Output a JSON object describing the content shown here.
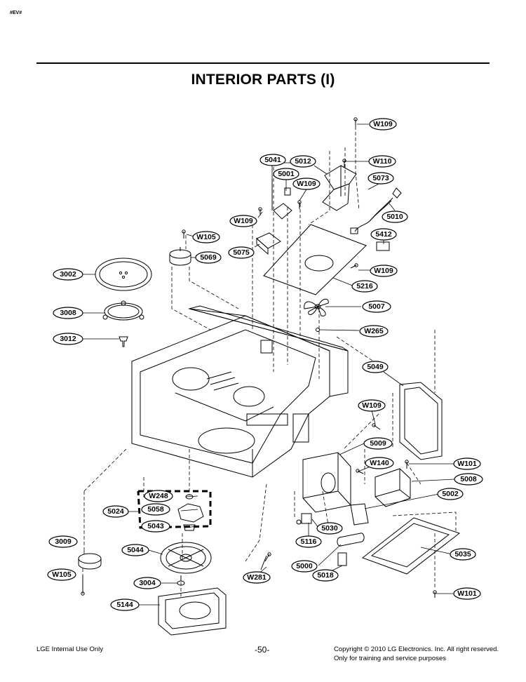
{
  "header": {
    "tag": "#EV#",
    "title": "INTERIOR PARTS (I)"
  },
  "callouts": {
    "W109a": "W109",
    "W110": "W110",
    "5041": "5041",
    "5012": "5012",
    "5001": "5001",
    "W109b": "W109",
    "5073": "5073",
    "W109c": "W109",
    "5010": "5010",
    "W105a": "W105",
    "5412": "5412",
    "5075": "5075",
    "5069": "5069",
    "3002": "3002",
    "W109d": "W109",
    "5216": "5216",
    "3008": "3008",
    "5007": "5007",
    "W265": "W265",
    "3012": "3012",
    "5049": "5049",
    "W109e": "W109",
    "5009": "5009",
    "W140": "W140",
    "W101a": "W101",
    "5008": "5008",
    "W248": "W248",
    "5058": "5058",
    "5024": "5024",
    "5002": "5002",
    "5043": "5043",
    "5030": "5030",
    "3009": "3009",
    "5116": "5116",
    "5044": "5044",
    "5035": "5035",
    "5000": "5000",
    "W105b": "W105",
    "W281": "W281",
    "5018": "5018",
    "3004": "3004",
    "W101b": "W101",
    "5144": "5144"
  },
  "footer": {
    "left": "LGE Internal Use Only",
    "page": "-50-",
    "copyright": "Copyright © 2010 LG Electronics. Inc. All right reserved.",
    "note": "Only for training and service purposes"
  }
}
